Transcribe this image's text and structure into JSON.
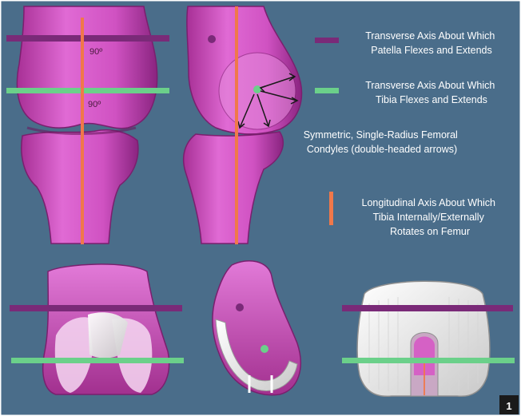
{
  "figure": {
    "number": "1",
    "angle_labels": [
      "90º",
      "90º"
    ],
    "legend": [
      {
        "lines": [
          "Transverse Axis About Which",
          "Patella Flexes and Extends"
        ]
      },
      {
        "lines": [
          "Transverse Axis About Which",
          "Tibia Flexes and Extends"
        ]
      },
      {
        "lines": [
          "Symmetric, Single-Radius Femoral",
          "Condyles (double-headed arrows)"
        ]
      },
      {
        "lines": [
          "Longitudinal Axis About Which",
          "Tibia Internally/Externally",
          "Rotates on Femur"
        ]
      }
    ],
    "colors": {
      "background": "#4a6d8a",
      "bone": "#d84fc6",
      "bone_dark": "#9b2a8e",
      "patella_axis": "#7a2a78",
      "tibia_axis": "#6bd08a",
      "rotation_axis": "#f0784a",
      "implant": "#f2f2f2"
    }
  }
}
